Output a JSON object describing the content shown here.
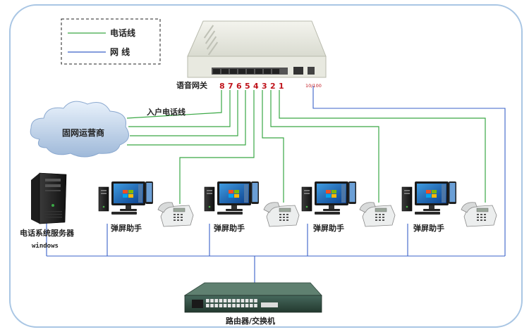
{
  "legend": {
    "phone_line_label": "电话线",
    "network_line_label": "网 线"
  },
  "gateway": {
    "label": "语音网关",
    "port_numbers": [
      "8",
      "7",
      "6",
      "5",
      "4",
      "3",
      "2",
      "1"
    ],
    "uplink_label": "10/100"
  },
  "pstn": {
    "cloud_label": "固网运营商",
    "line_label": "入户电话线"
  },
  "server": {
    "label": "电话系统服务器",
    "os_label": "windows"
  },
  "stations": [
    {
      "label": "弹屏助手"
    },
    {
      "label": "弹屏助手"
    },
    {
      "label": "弹屏助手"
    },
    {
      "label": "弹屏助手"
    }
  ],
  "switch": {
    "label": "路由器/交换机"
  },
  "colors": {
    "phone_line": "#3aa845",
    "network_line": "#3a62c8",
    "port_number": "#c0141c",
    "frame": "#a9c6e4"
  },
  "icons": {
    "cloud": "cloud-icon",
    "server": "server-tower-icon",
    "computer": "desktop-computer-icon",
    "phone": "desk-phone-icon",
    "gateway": "voice-gateway-icon",
    "switch": "network-switch-icon"
  }
}
